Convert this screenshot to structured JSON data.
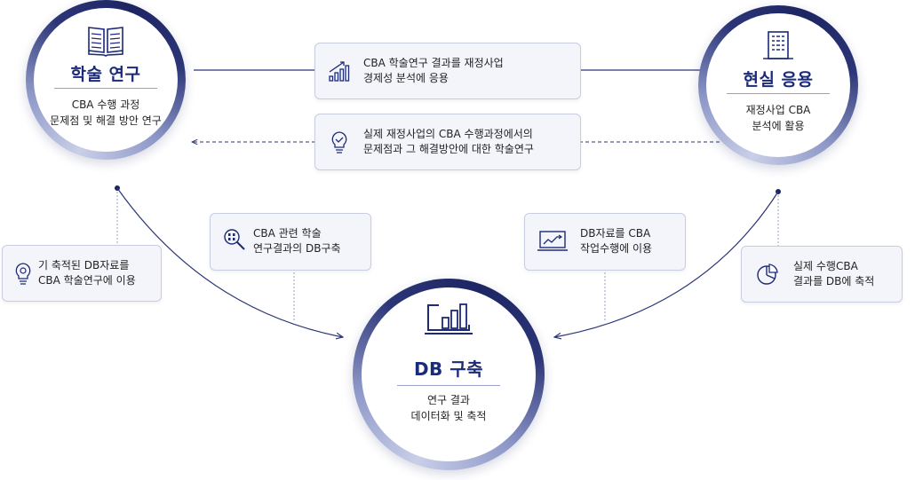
{
  "nodes": {
    "research": {
      "title": "학술 연구",
      "desc": [
        "CBA 수행 과정",
        "문제점 및 해결 방안 연구"
      ],
      "icon": "open-book-icon"
    },
    "application": {
      "title": "현실 응용",
      "desc": [
        "재정사업 CBA",
        "분석에 활용"
      ],
      "icon": "building-icon"
    },
    "db": {
      "title": "DB 구축",
      "desc": [
        "연구 결과",
        "데이터화 및 축적"
      ],
      "icon": "monitor-chart-icon"
    }
  },
  "flows": {
    "research_to_application": {
      "lines": [
        "CBA 학술연구 결과를 재정사업",
        "경제성 분석에 응용"
      ],
      "icon": "bar-chart-icon"
    },
    "application_to_research": {
      "lines": [
        "실제 재정사업의 CBA 수행과정에서의",
        "문제점과 그 해결방안에 대한 학술연구"
      ],
      "icon": "lightbulb-check-icon"
    },
    "research_to_db": {
      "lines": [
        "CBA 관련 학술",
        "연구결과의 DB구축"
      ],
      "icon": "magnifier-data-icon"
    },
    "application_to_db": {
      "lines": [
        "DB자료를 CBA",
        "작업수행에 이용"
      ],
      "icon": "laptop-chart-icon"
    },
    "db_to_research": {
      "lines": [
        "기 축적된 DB자료를",
        "CBA 학술연구에 이용"
      ],
      "icon": "lightbulb-icon"
    },
    "db_accumulation": {
      "lines": [
        "실제 수행CBA",
        "결과를 DB에 축적"
      ],
      "icon": "pie-chart-icon"
    }
  },
  "colors": {
    "navy": "#1c2a7a",
    "line": "#2c3677",
    "box_bg": "#f4f5fa",
    "box_border": "#c8cde0"
  }
}
